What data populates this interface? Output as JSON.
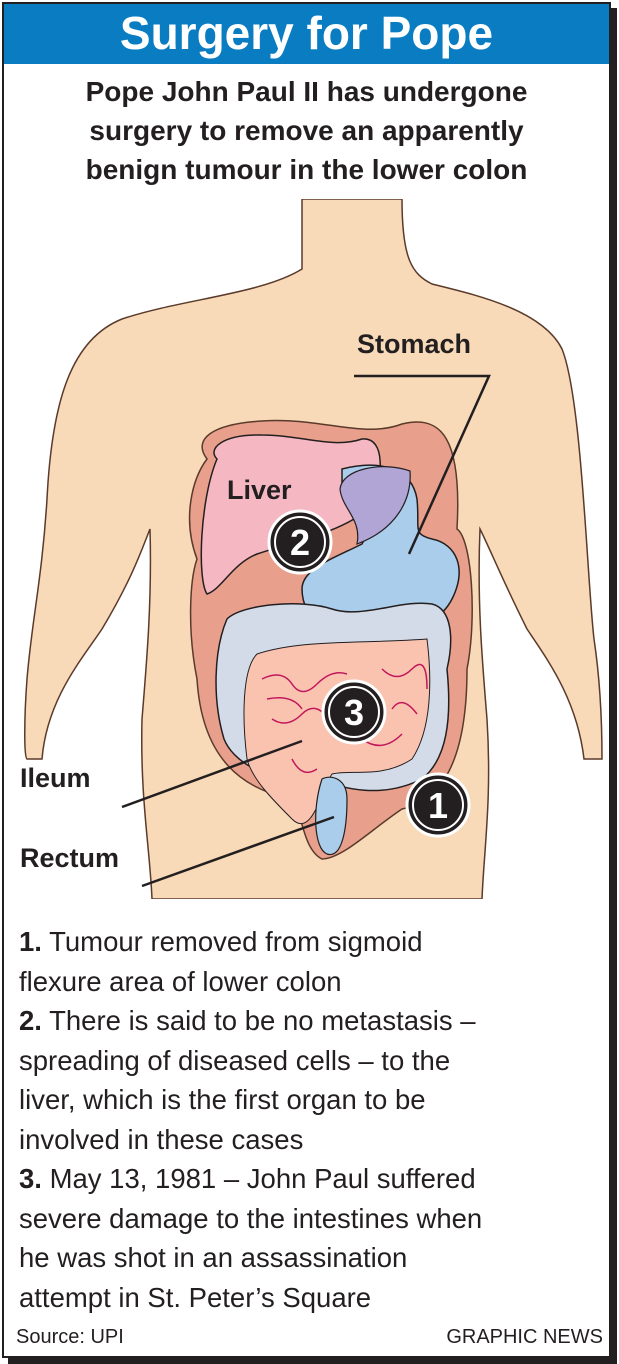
{
  "header": {
    "title": "Surgery for Pope"
  },
  "subtitle": [
    "Pope John Paul II has undergone",
    "surgery to remove an apparently",
    "benign tumour in the lower colon"
  ],
  "diagram": {
    "labels": {
      "stomach": "Stomach",
      "liver": "Liver",
      "ileum": "Ileum",
      "rectum": "Rectum"
    },
    "markers": [
      "1",
      "2",
      "3"
    ],
    "colors": {
      "skin": "#f8d9b8",
      "liver": "#f5b8c3",
      "stomach": "#a9cdea",
      "colon": "#d4dbe8",
      "intestine": "#f9c3b0",
      "vessel": "#c2185b"
    }
  },
  "notes": [
    {
      "num": "1.",
      "text": "Tumour removed from sigmoid flexure area of lower colon",
      "lines": [
        "Tumour removed from sigmoid",
        "flexure area of lower colon"
      ]
    },
    {
      "num": "2.",
      "text": "There is said to be no metastasis – spreading of diseased cells – to the liver, which is the first organ to be involved in these cases",
      "lines": [
        "There is said to be no metastasis –",
        "spreading of diseased cells – to the",
        "liver, which is the first organ to be",
        "involved in these cases"
      ]
    },
    {
      "num": "3.",
      "text": "May 13, 1981 – John Paul suffered severe damage to the intestines when he was shot in an assassination attempt in St. Peter’s Square",
      "lines": [
        "May 13, 1981 – John Paul suffered",
        "severe damage to the intestines when",
        "he was shot in an assassination",
        "attempt in St. Peter’s Square"
      ]
    }
  ],
  "footer": {
    "source": "Source: UPI",
    "credit": "GRAPHIC NEWS"
  }
}
